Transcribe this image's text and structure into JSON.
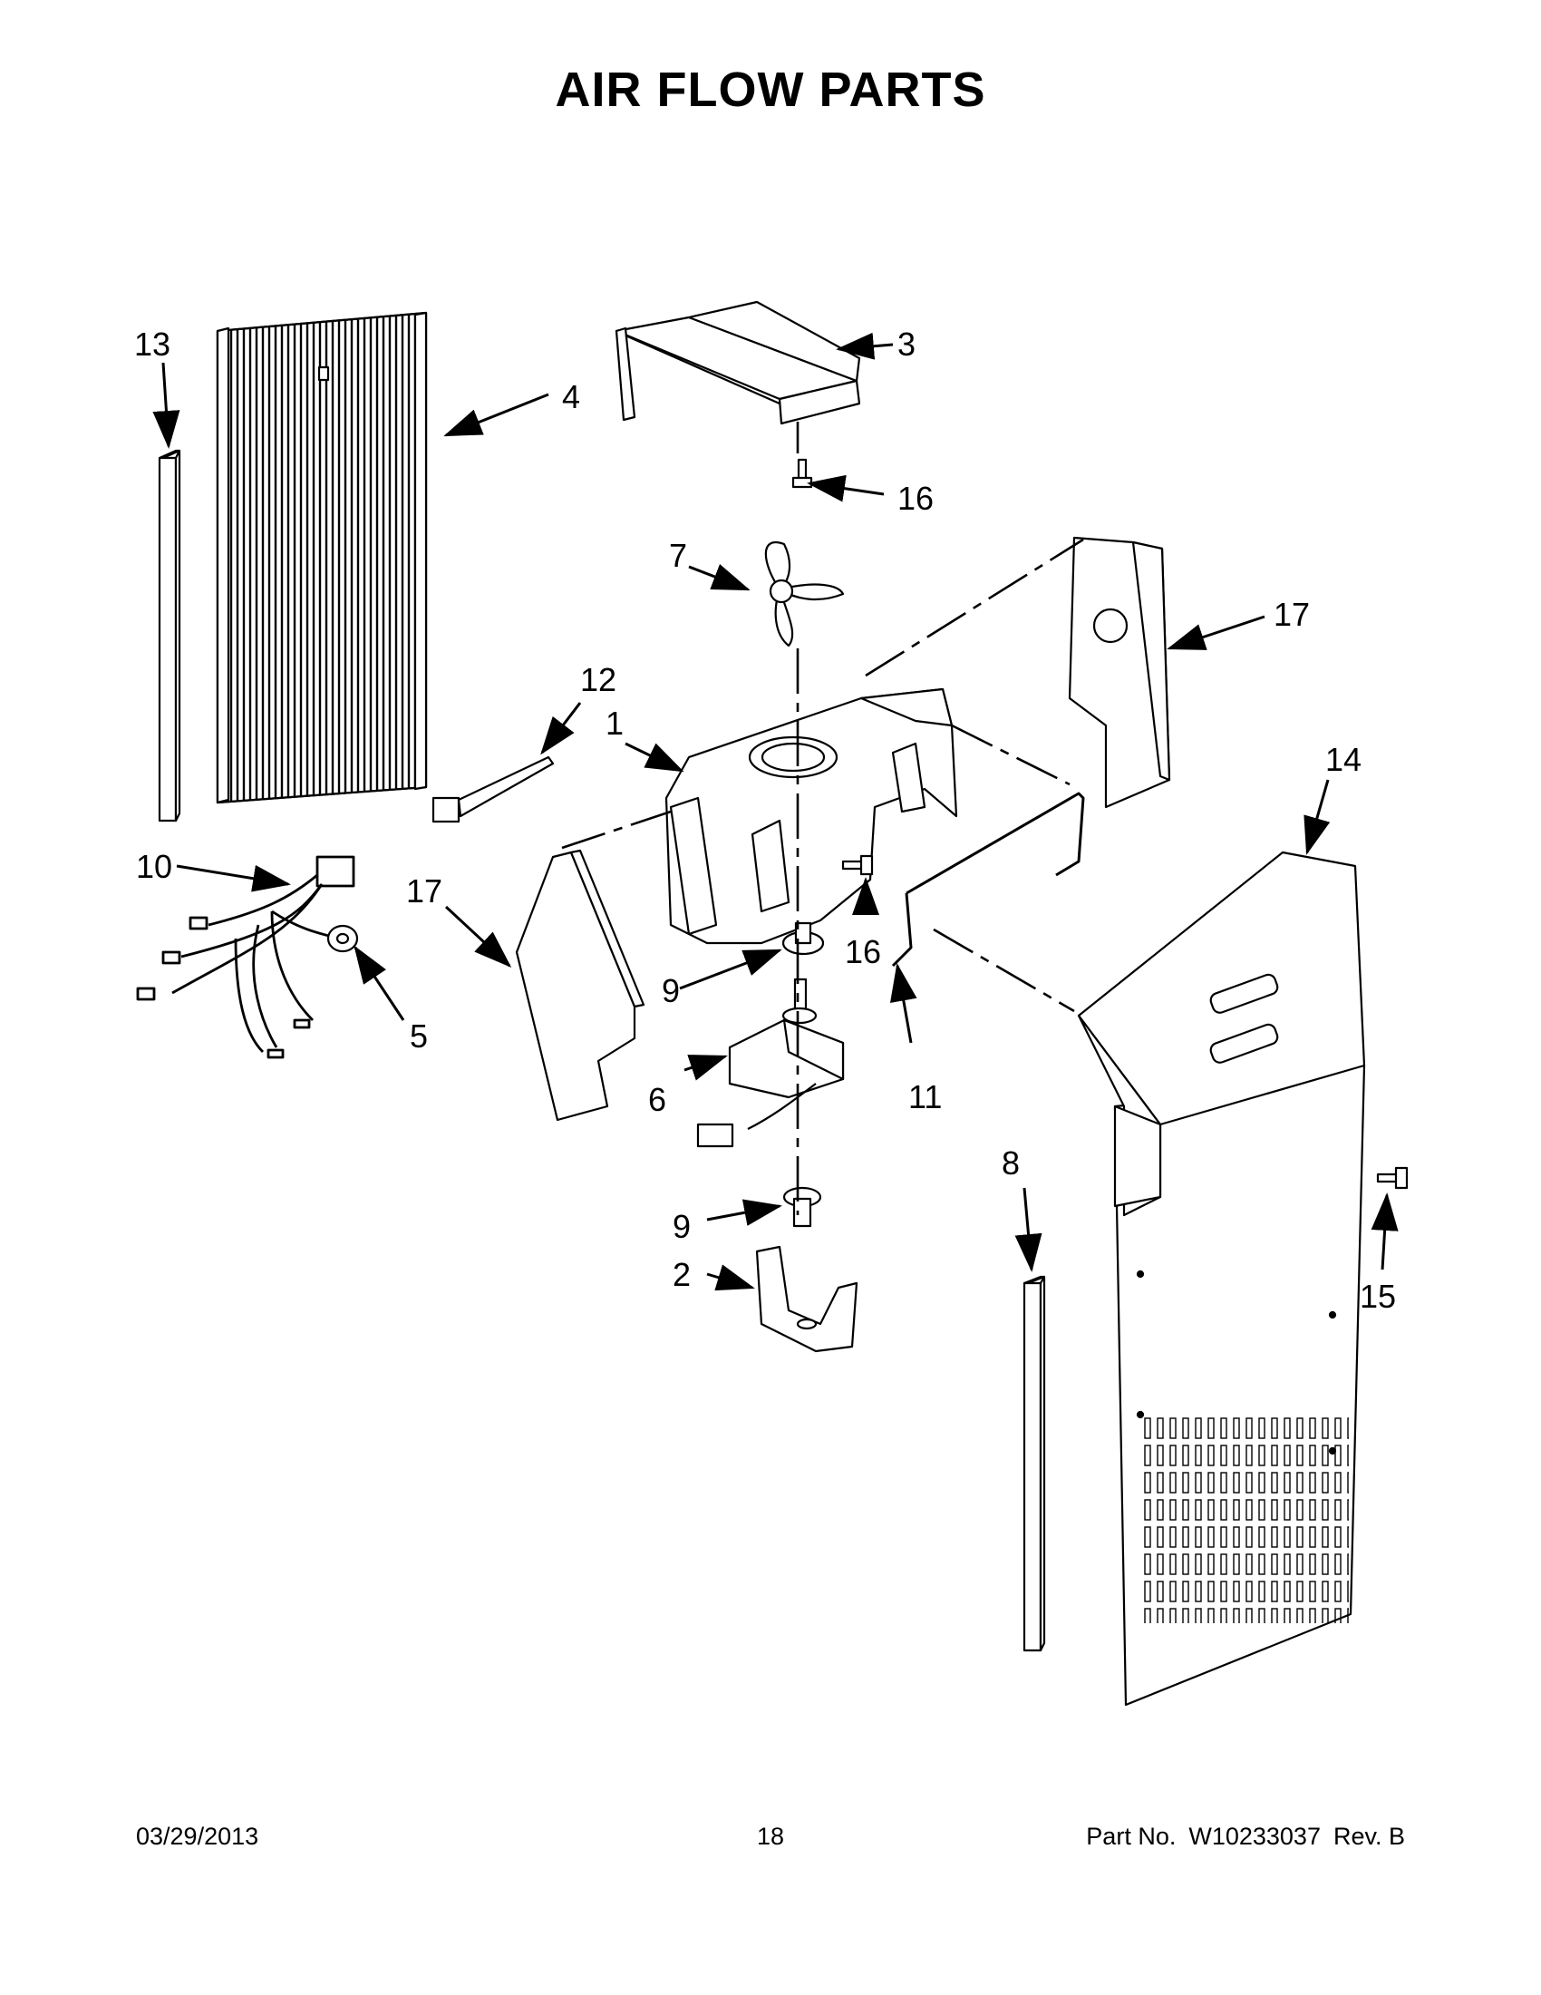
{
  "title": "AIR FLOW PARTS",
  "callouts": [
    "1",
    "2",
    "3",
    "4",
    "5",
    "6",
    "7",
    "8",
    "9",
    "9",
    "10",
    "11",
    "12",
    "13",
    "14",
    "15",
    "16",
    "16",
    "17",
    "17"
  ],
  "footer": {
    "date": "03/29/2013",
    "page": "18",
    "part_label": "Part No.",
    "part_number": "W10233037",
    "revision": "Rev. B"
  }
}
